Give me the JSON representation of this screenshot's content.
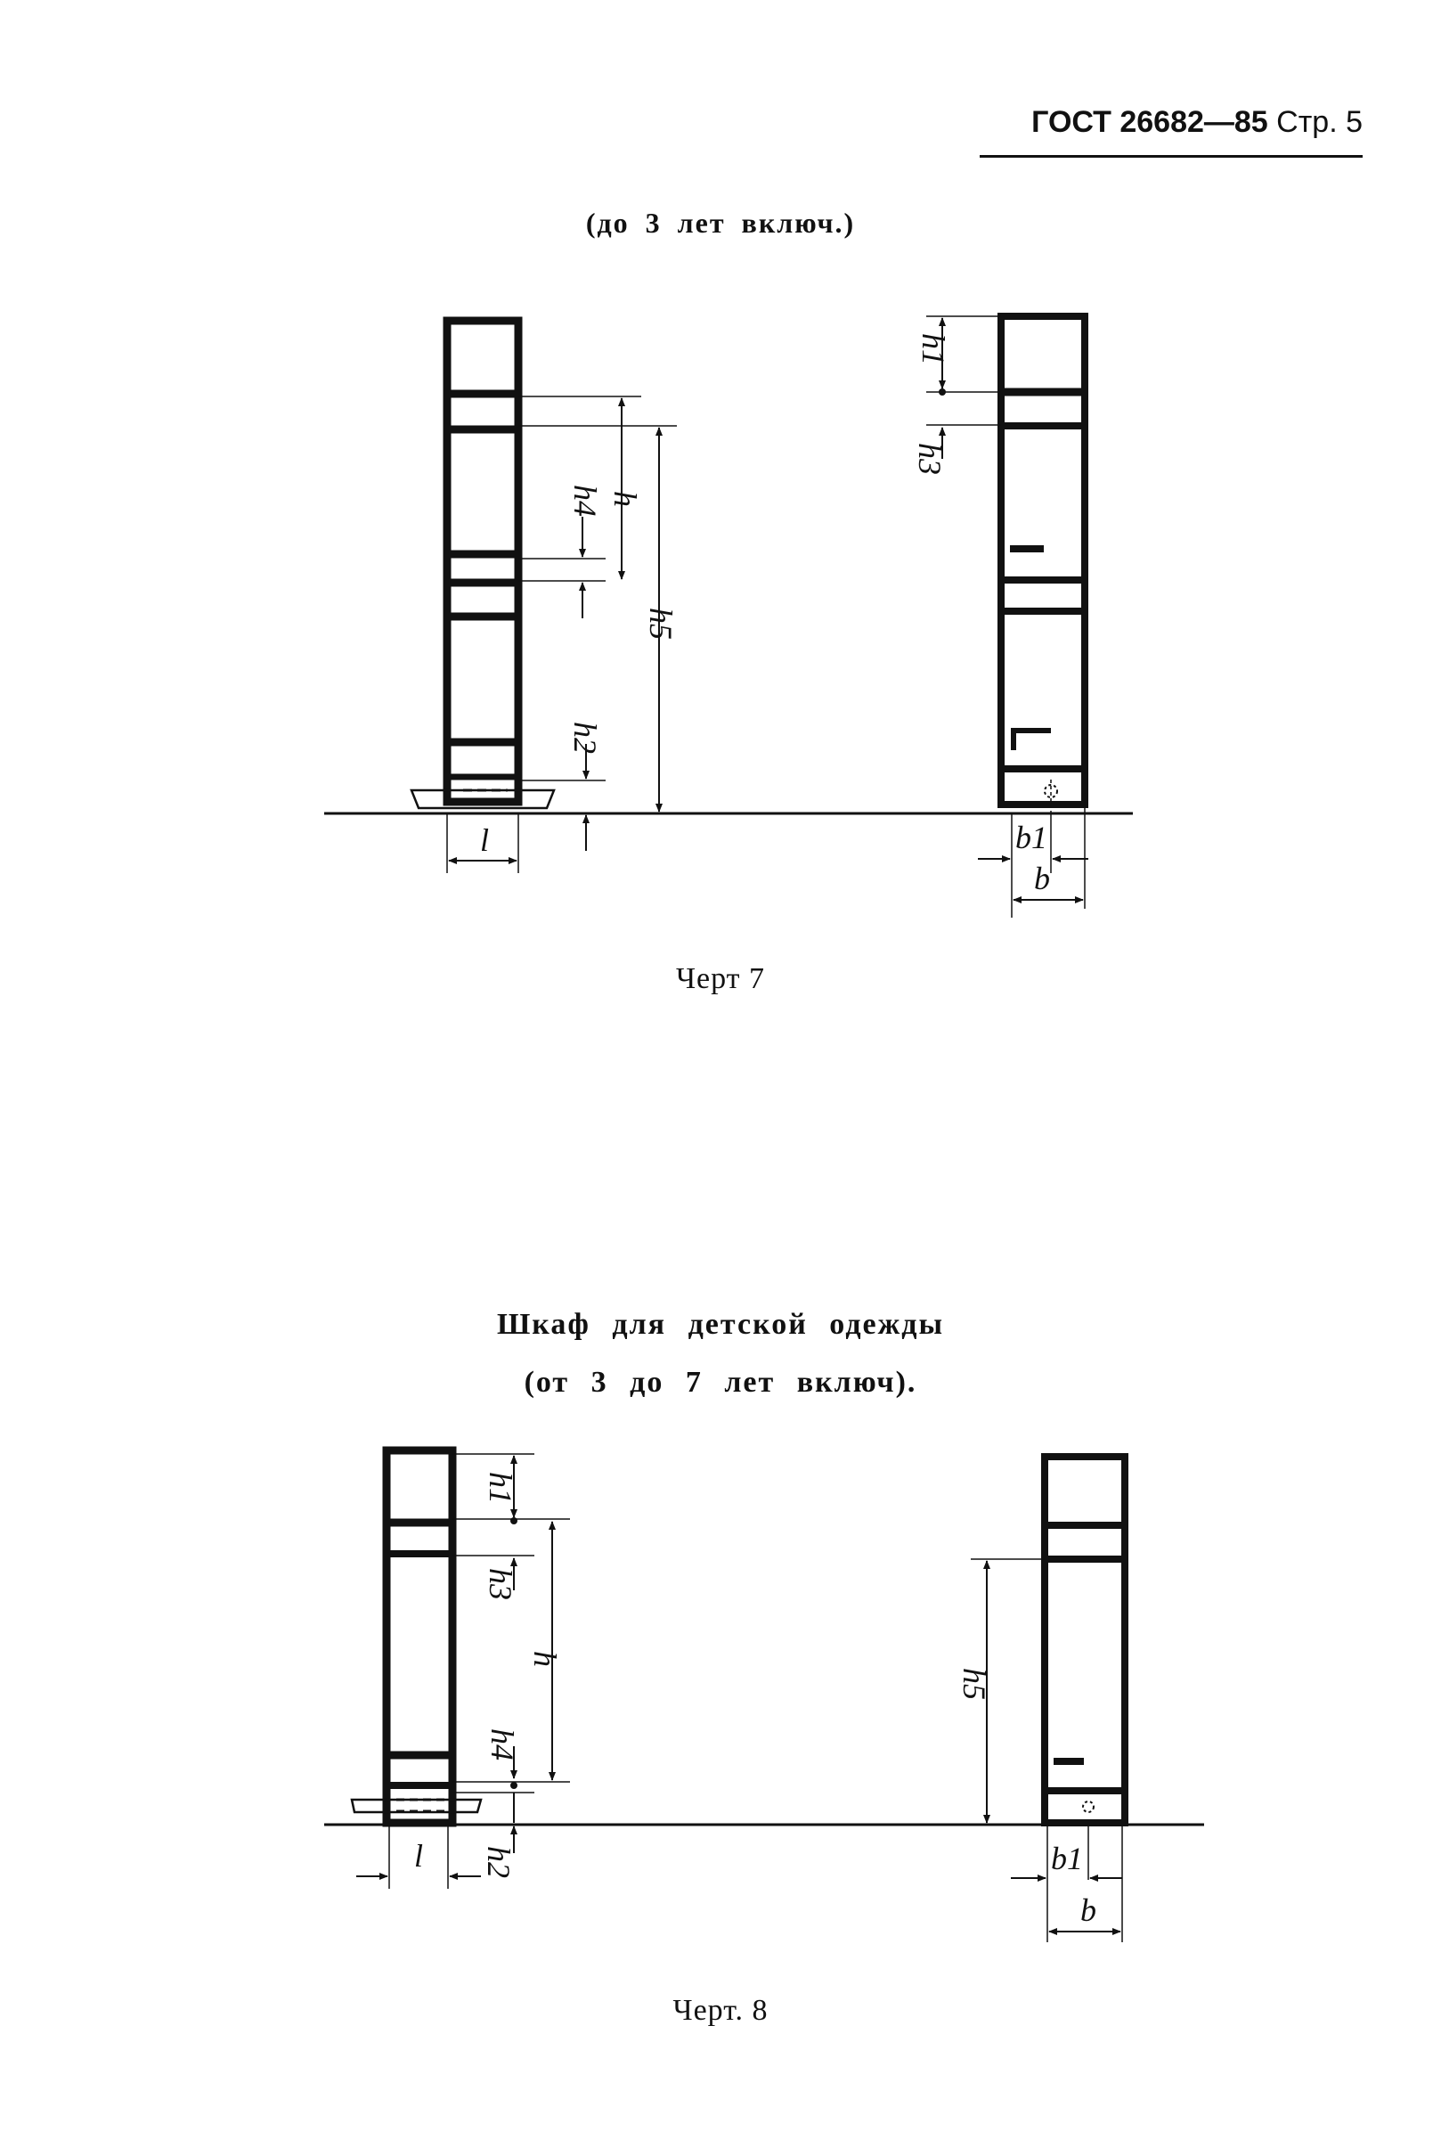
{
  "header": {
    "standard": "ГОСТ 26682—85",
    "page": "Стр. 5"
  },
  "figure7": {
    "subtitle": "(до 3 лет включ.)",
    "caption": "Черт 7",
    "labels": {
      "h": "h",
      "h1": "h1",
      "h2": "h2",
      "h3": "h3",
      "h4": "h4",
      "h5": "h5",
      "l": "l",
      "b": "b",
      "b1": "b1"
    }
  },
  "figure8": {
    "title": "Шкаф для детской одежды",
    "subtitle": "(от 3 до 7 лет включ).",
    "caption": "Черт. 8",
    "labels": {
      "h": "h",
      "h1": "h1",
      "h2": "h2",
      "h3": "h3",
      "h4": "h4",
      "h5": "h5",
      "l": "l",
      "b": "b",
      "b1": "b1"
    }
  }
}
